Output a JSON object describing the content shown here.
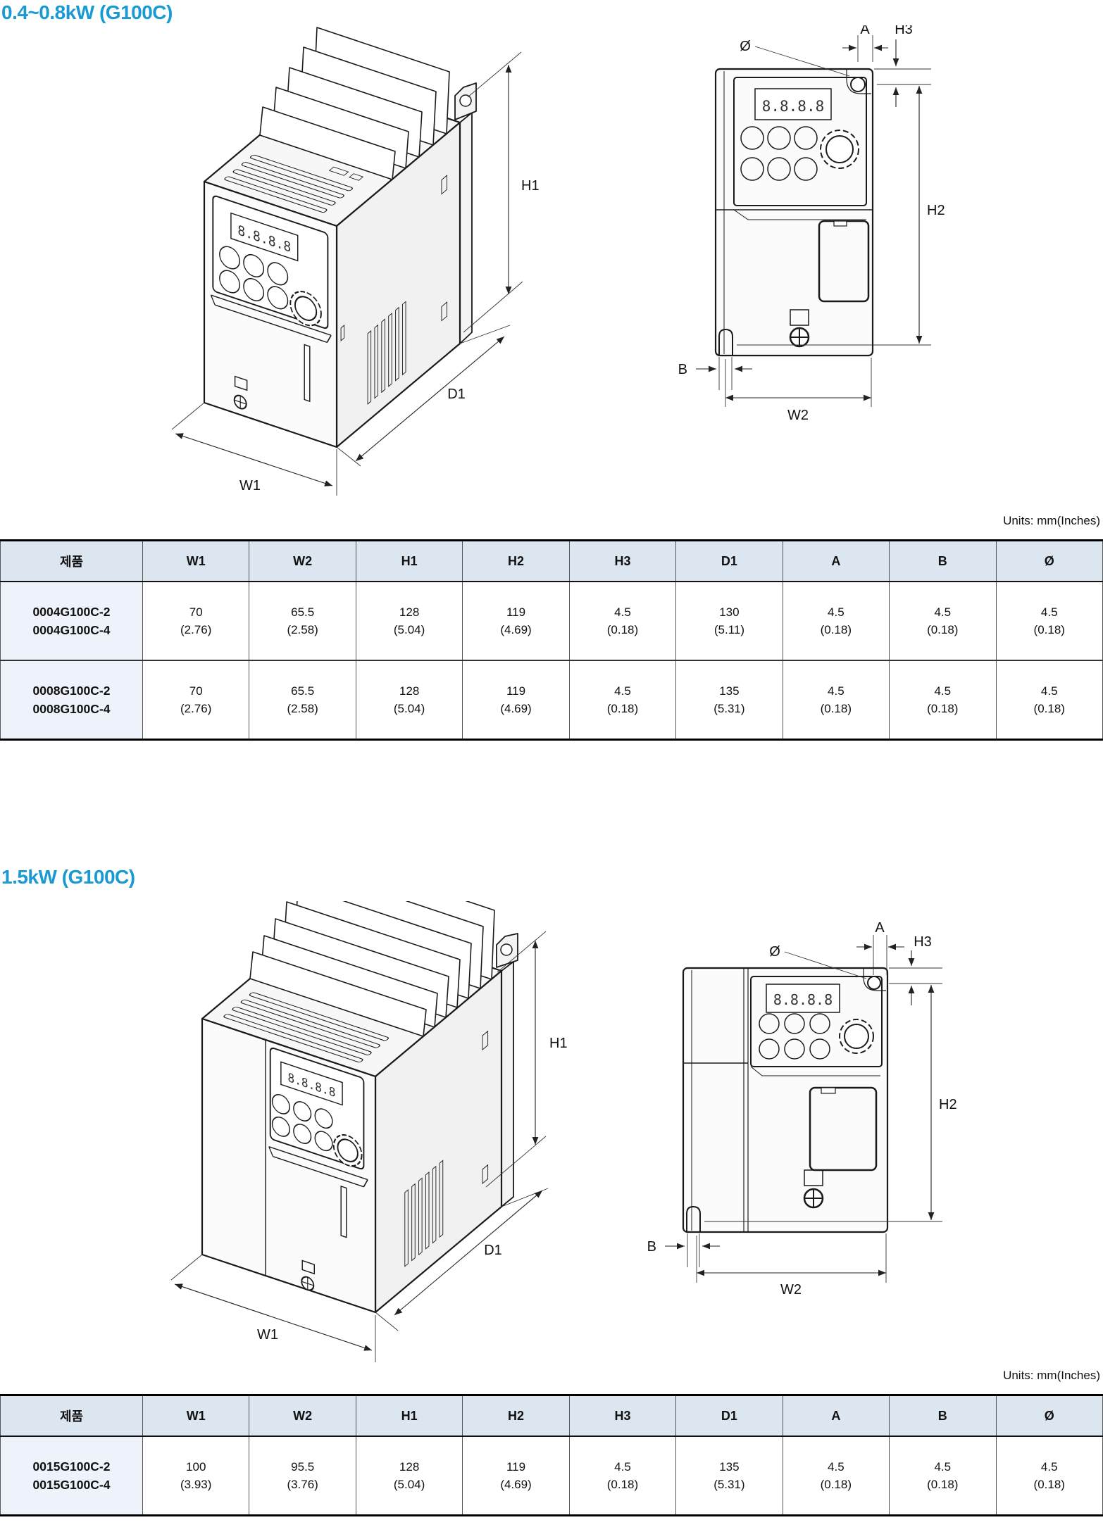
{
  "page": {
    "accent": "#1a9ad2"
  },
  "dims": {
    "w1": "W1",
    "w2": "W2",
    "h1": "H1",
    "h2": "H2",
    "h3": "H3",
    "d1": "D1",
    "a": "A",
    "b": "B",
    "dia": "Ø",
    "display": "8.8.8.8"
  },
  "sections": [
    {
      "title": "0.4~0.8kW (G100C)",
      "units_label": "Units: mm(Inches)",
      "table": {
        "headers": [
          "제품",
          "W1",
          "W2",
          "H1",
          "H2",
          "H3",
          "D1",
          "A",
          "B",
          "Ø"
        ],
        "rows": [
          {
            "product": [
              "0004G100C-2",
              "0004G100C-4"
            ],
            "cells": [
              [
                "70",
                "(2.76)"
              ],
              [
                "65.5",
                "(2.58)"
              ],
              [
                "128",
                "(5.04)"
              ],
              [
                "119",
                "(4.69)"
              ],
              [
                "4.5",
                "(0.18)"
              ],
              [
                "130",
                "(5.11)"
              ],
              [
                "4.5",
                "(0.18)"
              ],
              [
                "4.5",
                "(0.18)"
              ],
              [
                "4.5",
                "(0.18)"
              ]
            ]
          },
          {
            "product": [
              "0008G100C-2",
              "0008G100C-4"
            ],
            "cells": [
              [
                "70",
                "(2.76)"
              ],
              [
                "65.5",
                "(2.58)"
              ],
              [
                "128",
                "(5.04)"
              ],
              [
                "119",
                "(4.69)"
              ],
              [
                "4.5",
                "(0.18)"
              ],
              [
                "135",
                "(5.31)"
              ],
              [
                "4.5",
                "(0.18)"
              ],
              [
                "4.5",
                "(0.18)"
              ],
              [
                "4.5",
                "(0.18)"
              ]
            ]
          }
        ]
      }
    },
    {
      "title": "1.5kW (G100C)",
      "units_label": "Units: mm(Inches)",
      "table": {
        "headers": [
          "제품",
          "W1",
          "W2",
          "H1",
          "H2",
          "H3",
          "D1",
          "A",
          "B",
          "Ø"
        ],
        "rows": [
          {
            "product": [
              "0015G100C-2",
              "0015G100C-4"
            ],
            "cells": [
              [
                "100",
                "(3.93)"
              ],
              [
                "95.5",
                "(3.76)"
              ],
              [
                "128",
                "(5.04)"
              ],
              [
                "119",
                "(4.69)"
              ],
              [
                "4.5",
                "(0.18)"
              ],
              [
                "135",
                "(5.31)"
              ],
              [
                "4.5",
                "(0.18)"
              ],
              [
                "4.5",
                "(0.18)"
              ],
              [
                "4.5",
                "(0.18)"
              ]
            ]
          }
        ]
      }
    }
  ]
}
